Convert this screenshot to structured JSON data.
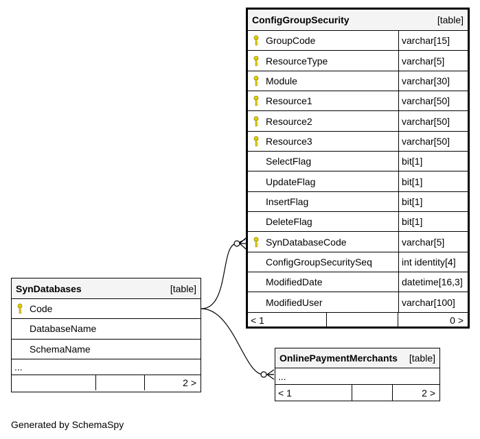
{
  "config_group_security": {
    "name": "ConfigGroupSecurity",
    "kind": "[table]",
    "columns": [
      {
        "name": "GroupCode",
        "type": "varchar[15]",
        "key": true
      },
      {
        "name": "ResourceType",
        "type": "varchar[5]",
        "key": true
      },
      {
        "name": "Module",
        "type": "varchar[30]",
        "key": true
      },
      {
        "name": "Resource1",
        "type": "varchar[50]",
        "key": true
      },
      {
        "name": "Resource2",
        "type": "varchar[50]",
        "key": true
      },
      {
        "name": "Resource3",
        "type": "varchar[50]",
        "key": true
      },
      {
        "name": "SelectFlag",
        "type": "bit[1]",
        "key": false
      },
      {
        "name": "UpdateFlag",
        "type": "bit[1]",
        "key": false
      },
      {
        "name": "InsertFlag",
        "type": "bit[1]",
        "key": false
      },
      {
        "name": "DeleteFlag",
        "type": "bit[1]",
        "key": false
      },
      {
        "name": "SynDatabaseCode",
        "type": "varchar[5]",
        "key": true
      },
      {
        "name": "ConfigGroupSecuritySeq",
        "type": "int identity[4]",
        "key": false
      },
      {
        "name": "ModifiedDate",
        "type": "datetime[16,3]",
        "key": false
      },
      {
        "name": "ModifiedUser",
        "type": "varchar[100]",
        "key": false
      }
    ],
    "footer": {
      "parents": "< 1",
      "middle": "",
      "children": "0 >"
    }
  },
  "syn_databases": {
    "name": "SynDatabases",
    "kind": "[table]",
    "columns": [
      {
        "name": "Code",
        "key": true
      },
      {
        "name": "DatabaseName",
        "key": false
      },
      {
        "name": "SchemaName",
        "key": false
      }
    ],
    "ellipsis": "...",
    "footer": {
      "parents": "",
      "middle": "",
      "children": "2 >"
    }
  },
  "online_payment_merchants": {
    "name": "OnlinePaymentMerchants",
    "kind": "[table]",
    "ellipsis": "...",
    "footer": {
      "parents": "< 1",
      "middle": "",
      "children": "2 >"
    }
  },
  "footer_text": "Generated by SchemaSpy",
  "colors": {
    "key_icon": "#e6d200",
    "header_bg": "#f4f4f4"
  }
}
